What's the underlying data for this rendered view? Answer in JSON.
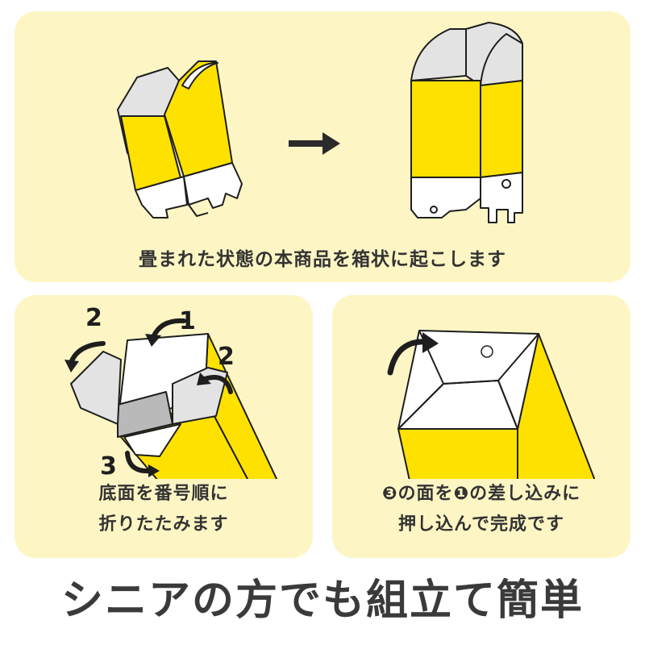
{
  "panels": {
    "top": {
      "caption": "畳まれた状態の本商品を箱状に起こします"
    },
    "left": {
      "caption_line1": "底面を番号順に",
      "caption_line2": "折りたたみます",
      "step_labels": [
        "1",
        "2",
        "2",
        "3"
      ]
    },
    "right": {
      "caption_line1": "❸の面を❶の差し込みに",
      "caption_line2": "押し込んで完成です"
    }
  },
  "headline": "シニアの方でも組立て簡単",
  "colors": {
    "panel_bg": "#fdf6c4",
    "box_yellow": "#ffe100",
    "box_gray": "#e3e3e3",
    "outline": "#1e1e1e",
    "arrow": "#2b2b2b"
  },
  "icons": [
    "arrow-right-icon",
    "curved-arrow-icon",
    "recycle-paper-icon"
  ]
}
